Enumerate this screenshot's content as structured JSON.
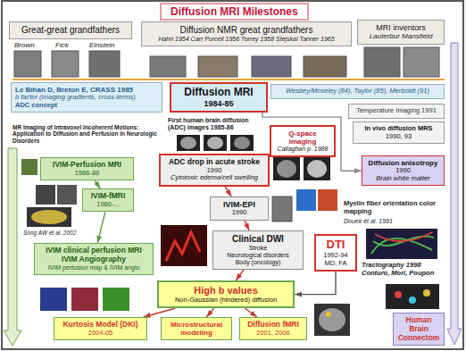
{
  "diagram": {
    "title": "Diffusion MRI Milestones",
    "nodes": [
      {
        "text": [
          "Great-great grandfathers"
        ]
      },
      {
        "text": [
          "Diffusion NMR great grandfathers",
          "Hahn 1954 Carr Purcell 1956 Torrey 1958 Stejskal Tanner 1965"
        ]
      },
      {
        "text": [
          "MRI inventors",
          "Lauterbur Mansfield"
        ]
      },
      {
        "text": [
          "Le Bihan D, Breton E, CRASS 1985",
          "b factor (imaging gradients, cross-terms)",
          "ADC concept"
        ]
      },
      {
        "text": [
          "Diffusion MRI",
          "1984-85"
        ]
      },
      {
        "text": [
          "Wesbey/Moseley (84), Taylor (85), Merboldt (91)"
        ]
      },
      {
        "text": [
          "Temperature Imaging 1991"
        ]
      },
      {
        "text": [
          "In vivo diffusion MRS",
          "1990, 93"
        ]
      },
      {
        "text": [
          "Q-space imaging",
          "Callaghan p. 1988"
        ]
      },
      {
        "text": [
          "IVIM-Perfusion MRI",
          "1986-88"
        ]
      },
      {
        "text": [
          "ADC drop in acute stroke",
          "1990",
          "Cytotoxic edema/cell swelling"
        ]
      },
      {
        "text": [
          "Diffusion anisotropy",
          "1990",
          "Brain white matter"
        ]
      },
      {
        "text": [
          "IVIM-fMRI",
          "1986-..."
        ]
      },
      {
        "text": [
          "IVIM-EPI",
          "1990"
        ]
      },
      {
        "text": [
          "IVIM clinical perfusion MRI",
          "IVIM Angiography",
          "IVIM perfusion map & IVIM angio"
        ]
      },
      {
        "text": [
          "Clinical DWI",
          "Stroke",
          "Neurological disorders",
          "Body (oncology)"
        ]
      },
      {
        "text": [
          "DTI",
          "1992-94",
          "MD, FA"
        ]
      },
      {
        "text": [
          "High b values",
          "Non-Gaussian (hindered) diffusion"
        ]
      },
      {
        "text": [
          "Kurtosis Model (DKI)",
          "2004-05"
        ]
      },
      {
        "text": [
          "Microstructural modeling"
        ]
      },
      {
        "text": [
          "Diffusion fMRI",
          "2001, 2006"
        ]
      },
      {
        "text": [
          "Human Brain Connectom"
        ]
      }
    ],
    "edges": [
      {
        "from": 4,
        "to": 11,
        "arrow": "to"
      },
      {
        "from": 9,
        "to": 12,
        "arrow": "to"
      },
      {
        "from": 12,
        "to": 14,
        "arrow": "to"
      },
      {
        "from": 10,
        "to": 13,
        "arrow": "to"
      },
      {
        "from": 13,
        "to": 15,
        "arrow": "to"
      },
      {
        "from": 15,
        "to": 17,
        "arrow": "to"
      },
      {
        "from": 16,
        "to": 17,
        "arrow": "to"
      },
      {
        "from": 17,
        "to": 18,
        "arrow": "to"
      },
      {
        "from": 17,
        "to": 19,
        "arrow": "to"
      },
      {
        "from": 17,
        "to": 20,
        "arrow": "to"
      }
    ],
    "labels": [
      "Brown",
      "Fick",
      "Einstein",
      "First human brain diffusion (ADC) images 1985-86",
      "MR Imaging of Intravoxel Incoherent Motions: Application to Diffusion and Perfusion in Neurologic Disorders",
      "Song AW et al. 2002",
      "Myelin fiber orientation color mapping",
      "Douek et al. 1991",
      "Tractography 1998 Conturo, Mori, Poupon"
    ]
  }
}
